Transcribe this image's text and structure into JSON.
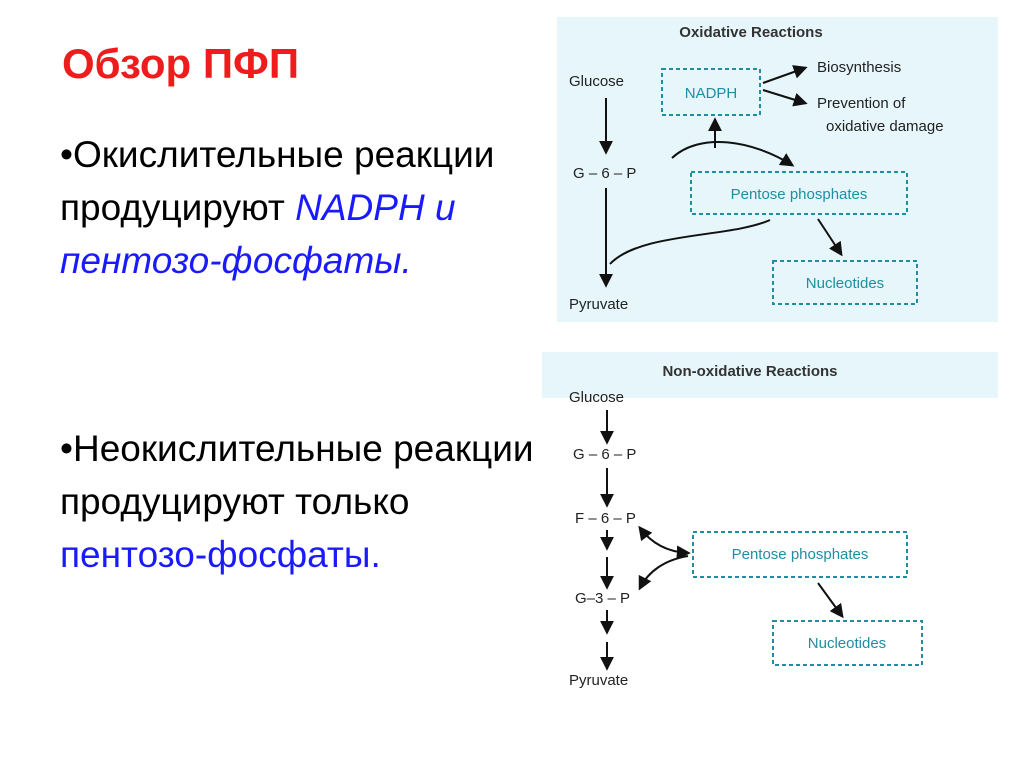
{
  "slide": {
    "title": "Обзор ПФП",
    "bullet1": {
      "marker": "•",
      "text": "Окислительные реакции продуцируют ",
      "highlight": "NADPH и пентозо-фосфаты."
    },
    "bullet2": {
      "marker": "•",
      "text": "Неокислительные реакции продуцируют только ",
      "highlight": "пентозо-фосфаты."
    }
  },
  "diagram": {
    "oxidative": {
      "heading": "Oxidative Reactions",
      "glucose": "Glucose",
      "g6p": "G – 6 – P",
      "pyruvate": "Pyruvate",
      "nadph": "NADPH",
      "biosynthesis": "Biosynthesis",
      "prevention_line1": "Prevention of",
      "prevention_line2": "oxidative damage",
      "pentose": "Pentose phosphates",
      "nucleotides": "Nucleotides"
    },
    "non_oxidative": {
      "heading": "Non-oxidative Reactions",
      "glucose": "Glucose",
      "g6p": "G – 6 – P",
      "f6p": "F – 6 – P",
      "g3p": "G–3 – P",
      "pyruvate": "Pyruvate",
      "pentose": "Pentose phosphates",
      "nucleotides": "Nucleotides"
    }
  },
  "colors": {
    "title": "#ee1c1c",
    "highlight": "#1a1aff",
    "panel_bg": "#e6f6fb",
    "box_border": "#1e8fa2"
  }
}
